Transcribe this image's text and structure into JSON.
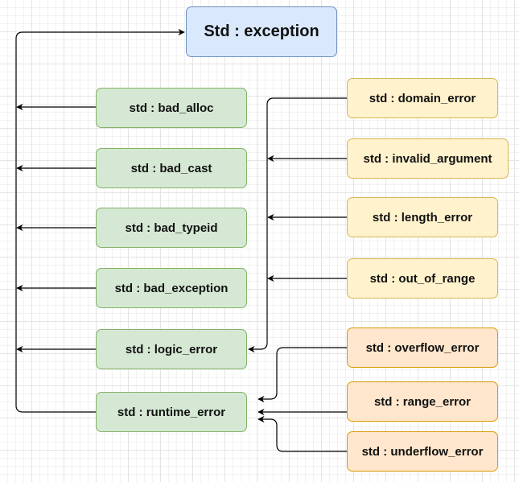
{
  "root": {
    "label": "Std : exception"
  },
  "std_classes": [
    "std : bad_alloc",
    "std : bad_cast",
    "std : bad_typeid",
    "std : bad_exception",
    "std : logic_error",
    "std : runtime_error"
  ],
  "logic_children": [
    "std : domain_error",
    "std : invalid_argument",
    "std : length_error",
    "std : out_of_range"
  ],
  "runtime_children": [
    "std : overflow_error",
    "std : range_error",
    "std : underflow_error"
  ],
  "colors": {
    "root_fill": "#dae8fc",
    "green_fill": "#d5e8d4",
    "yellow_fill": "#fff2cc",
    "orange_fill": "#ffe6cc",
    "connector": "#000000"
  }
}
